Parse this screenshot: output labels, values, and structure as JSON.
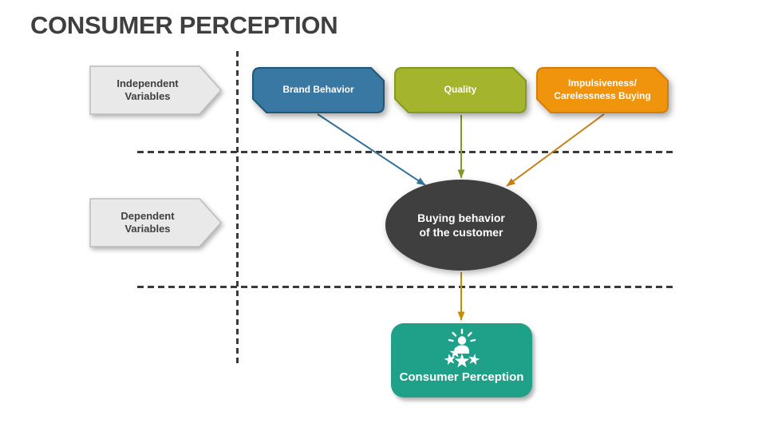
{
  "slide": {
    "title": "CONSUMER PERCEPTION"
  },
  "lanes": {
    "independent": {
      "label": "Independent\nVariables"
    },
    "dependent": {
      "label": "Dependent\nVariables"
    }
  },
  "variables": [
    {
      "label": "Brand Behavior",
      "fill": "#3878A2",
      "stroke": "#1F5876",
      "arrow_color": "#31719C"
    },
    {
      "label": "Quality",
      "fill": "#A4B42C",
      "stroke": "#87991F",
      "arrow_color": "#7F9A27"
    },
    {
      "label": "Impulsiveness/\nCarelessness Buying",
      "fill": "#F0930D",
      "stroke": "#D47E07",
      "arrow_color": "#C87D12"
    }
  ],
  "outcome": {
    "label": "Buying behavior\nof the customer",
    "fill": "#3F3F3F"
  },
  "result": {
    "label": "Consumer Perception",
    "fill": "#1FA189",
    "icon": "person-insight-stars-icon",
    "arrow_color": "#BF9000"
  },
  "style": {
    "dash_color": "#3A3A3A",
    "lane_fill": "#E9E9E9",
    "lane_stroke": "#BDBDBD",
    "title_color": "#3F3F3F",
    "background": "#FFFFFF"
  }
}
